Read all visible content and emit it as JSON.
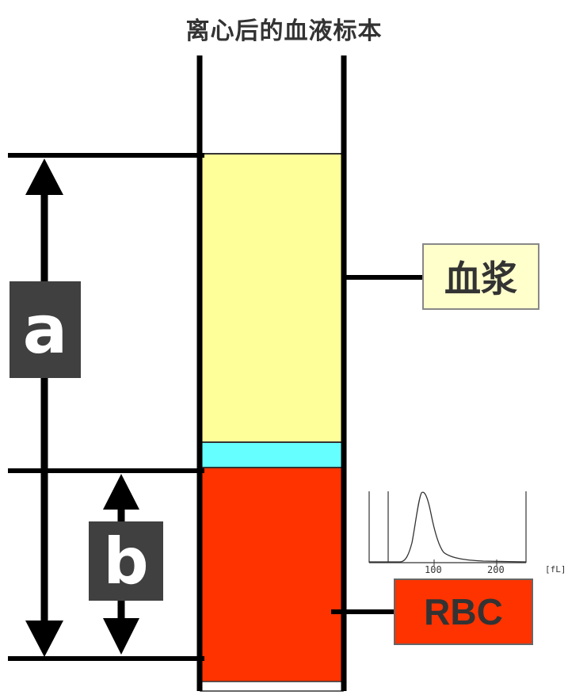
{
  "title": "离心后的血液标本",
  "labels": {
    "plasma": "血浆",
    "rbc": "RBC",
    "a": "a",
    "b": "b"
  },
  "histogram": {
    "ticks": [
      "100",
      "200"
    ],
    "unit": "[fL]"
  },
  "colors": {
    "plasma": "#ffff99",
    "buffy_coat": "#66ffff",
    "rbc": "#ff3300",
    "label_box": "#404040"
  }
}
